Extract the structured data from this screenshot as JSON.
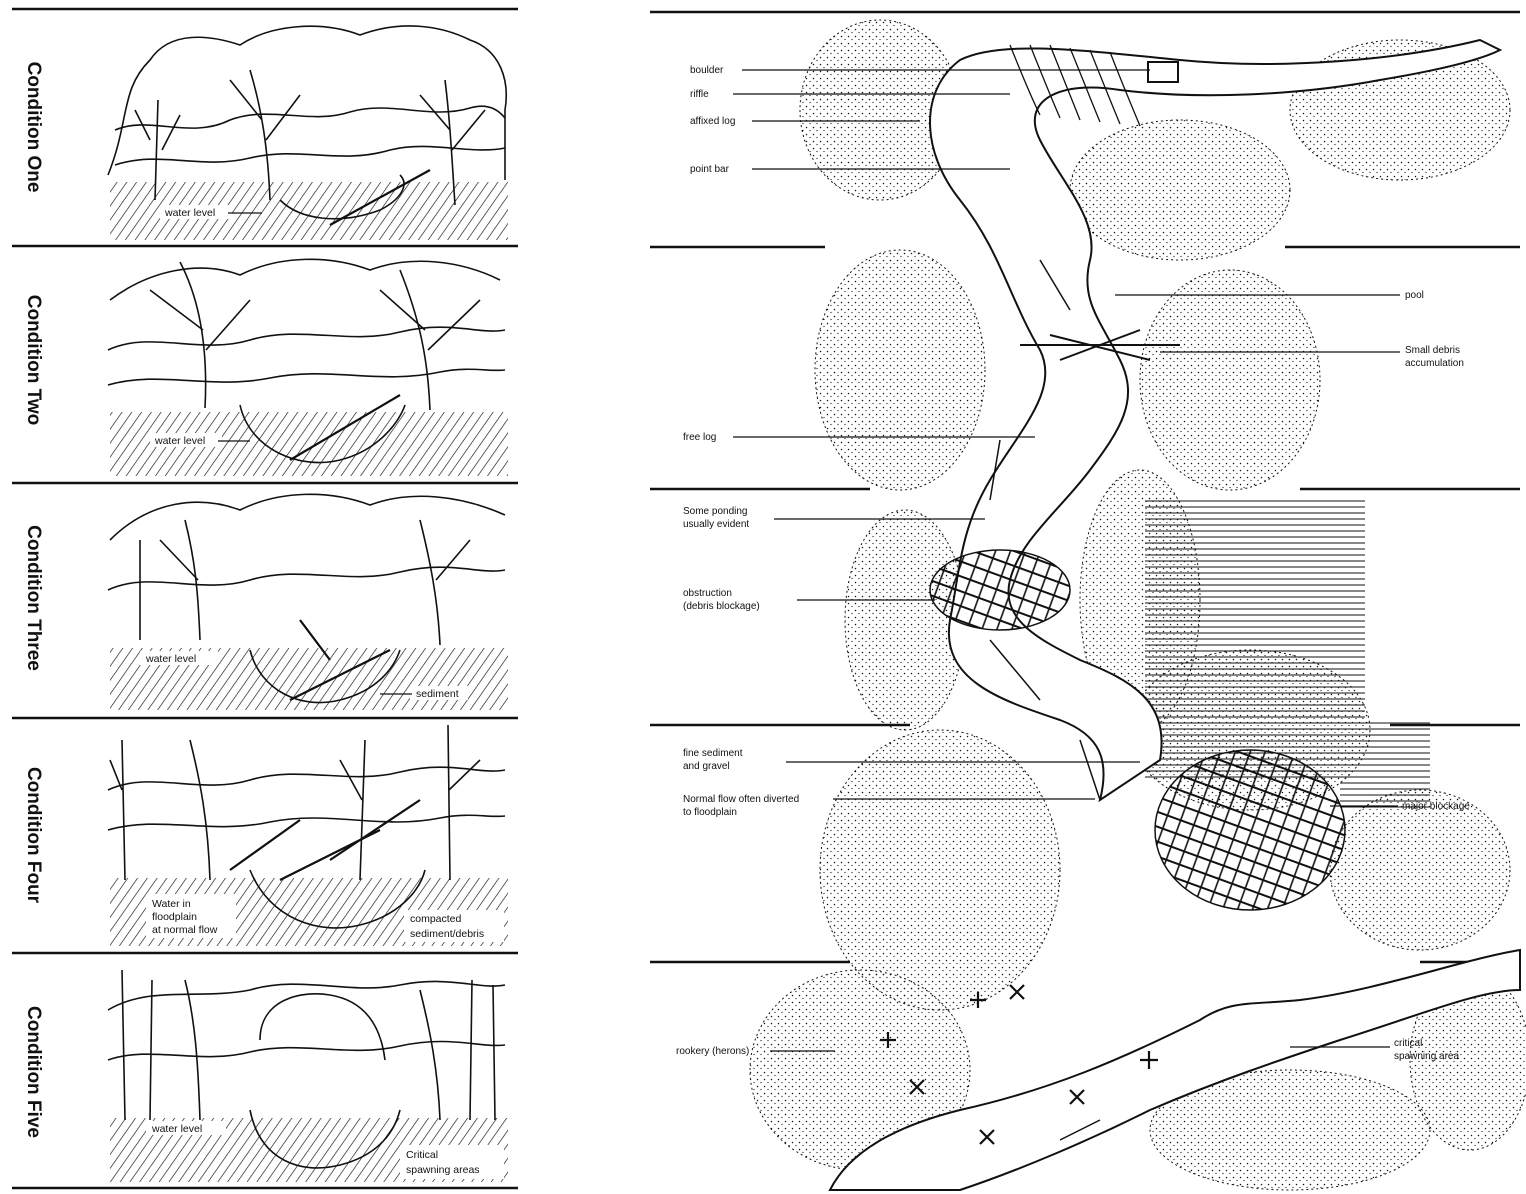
{
  "left_panels": [
    {
      "title": "Condition One",
      "labels": [
        "water level"
      ]
    },
    {
      "title": "Condition Two",
      "labels": [
        "water level"
      ]
    },
    {
      "title": "Condition Three",
      "labels": [
        "water level",
        "sediment"
      ]
    },
    {
      "title": "Condition Four",
      "labels": [
        "Water in",
        "floodplain",
        "at normal flow",
        "compacted",
        "sediment/debris"
      ]
    },
    {
      "title": "Condition Five",
      "labels": [
        "water level",
        "Critical",
        "spawning areas"
      ]
    }
  ],
  "callouts_left": [
    {
      "lines": [
        "boulder"
      ]
    },
    {
      "lines": [
        "riffle"
      ]
    },
    {
      "lines": [
        "affixed log"
      ]
    },
    {
      "lines": [
        "point bar"
      ]
    },
    {
      "lines": [
        "free log"
      ]
    },
    {
      "lines": [
        "Some ponding",
        "usually evident"
      ]
    },
    {
      "lines": [
        "obstruction",
        "(debris blockage)"
      ]
    },
    {
      "lines": [
        "fine sediment",
        "and gravel"
      ]
    },
    {
      "lines": [
        "Normal flow often diverted",
        "to floodplain"
      ]
    },
    {
      "lines": [
        "rookery (herons)"
      ]
    }
  ],
  "callouts_right": [
    {
      "lines": [
        "pool"
      ]
    },
    {
      "lines": [
        "Small debris",
        "accumulation"
      ]
    },
    {
      "lines": [
        "major blockage"
      ]
    },
    {
      "lines": [
        "critical",
        "spawning area"
      ]
    }
  ],
  "colors": {
    "ink": "#111111",
    "paper": "#ffffff"
  }
}
